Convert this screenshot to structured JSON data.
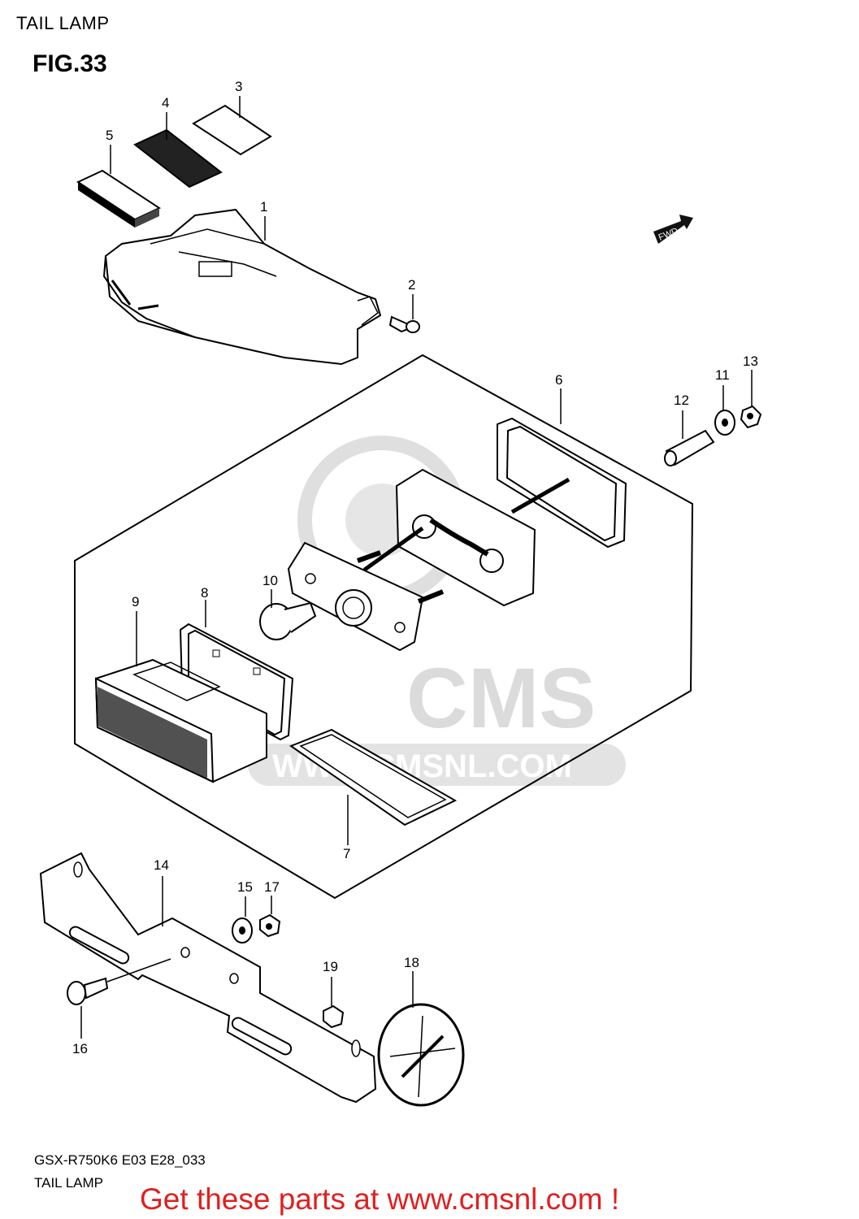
{
  "header": {
    "title": "TAIL LAMP",
    "figure": "FIG.33"
  },
  "direction_badge": "FWD",
  "watermark": {
    "brand": "CMS",
    "url": "WWW.CMSNL.COM"
  },
  "part_labels": [
    "1",
    "2",
    "3",
    "4",
    "5",
    "6",
    "7",
    "8",
    "9",
    "10",
    "11",
    "12",
    "13",
    "14",
    "15",
    "16",
    "17",
    "18",
    "19"
  ],
  "footer": {
    "model_code": "GSX-R750K6 E03 E28_033",
    "section_name": "TAIL LAMP",
    "cta": "Get these parts at www.cmsnl.com !"
  },
  "colors": {
    "cta": "#e02020",
    "watermark": "#d8d8d8"
  }
}
